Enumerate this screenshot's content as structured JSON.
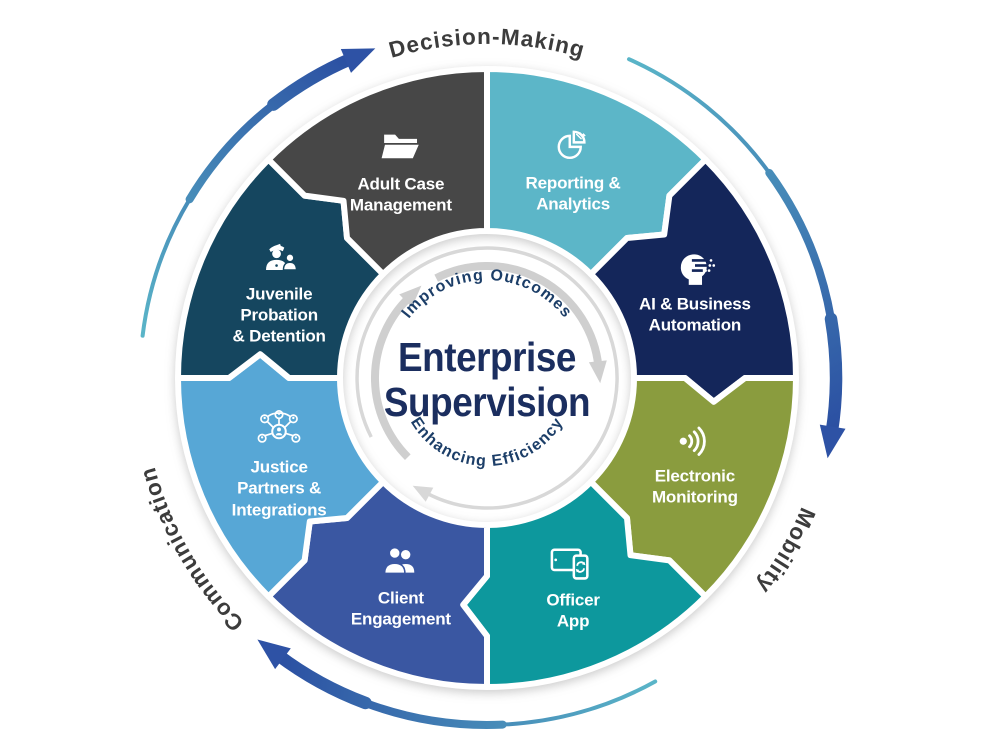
{
  "diagram_title": {
    "line1": "Enterprise",
    "line2": "Supervision"
  },
  "inner_ring": {
    "top_arc_text": "Improving Outcomes",
    "bottom_arc_text": "Enhancing Efficiency"
  },
  "outer_labels": {
    "top": "Decision-Making",
    "right": "Mobility",
    "left": "Communication"
  },
  "segments": [
    {
      "label": "Reporting &\nAnalytics",
      "color": "#5cb6c8",
      "icon": "pie-chart"
    },
    {
      "label": "AI & Business\nAutomation",
      "color": "#14265a",
      "icon": "ai-head"
    },
    {
      "label": "Electronic\nMonitoring",
      "color": "#8a9c3e",
      "icon": "wireless-signal"
    },
    {
      "label": "Officer\nApp",
      "color": "#0d989d",
      "icon": "tablet-phone-sync"
    },
    {
      "label": "Client\nEngagement",
      "color": "#3a57a2",
      "icon": "two-people"
    },
    {
      "label": "Justice\nPartners &\nIntegrations",
      "color": "#57a7d6",
      "icon": "people-network"
    },
    {
      "label": "Juvenile\nProbation\n& Detention",
      "color": "#15465f",
      "icon": "officer-and-youth"
    },
    {
      "label": "Adult Case\nManagement",
      "color": "#474747",
      "icon": "open-folder"
    }
  ],
  "colors": {
    "title_navy": "#1b2e5f",
    "ring_text_navy": "#1c3e68",
    "outer_label_gray": "#3c3c3c",
    "gray_arrow": "#cfcfcf",
    "arrow_gradient_start": "#5ab5c8",
    "arrow_gradient_end": "#2b4fa2",
    "arrow_head_blue": "#2e52a5"
  }
}
